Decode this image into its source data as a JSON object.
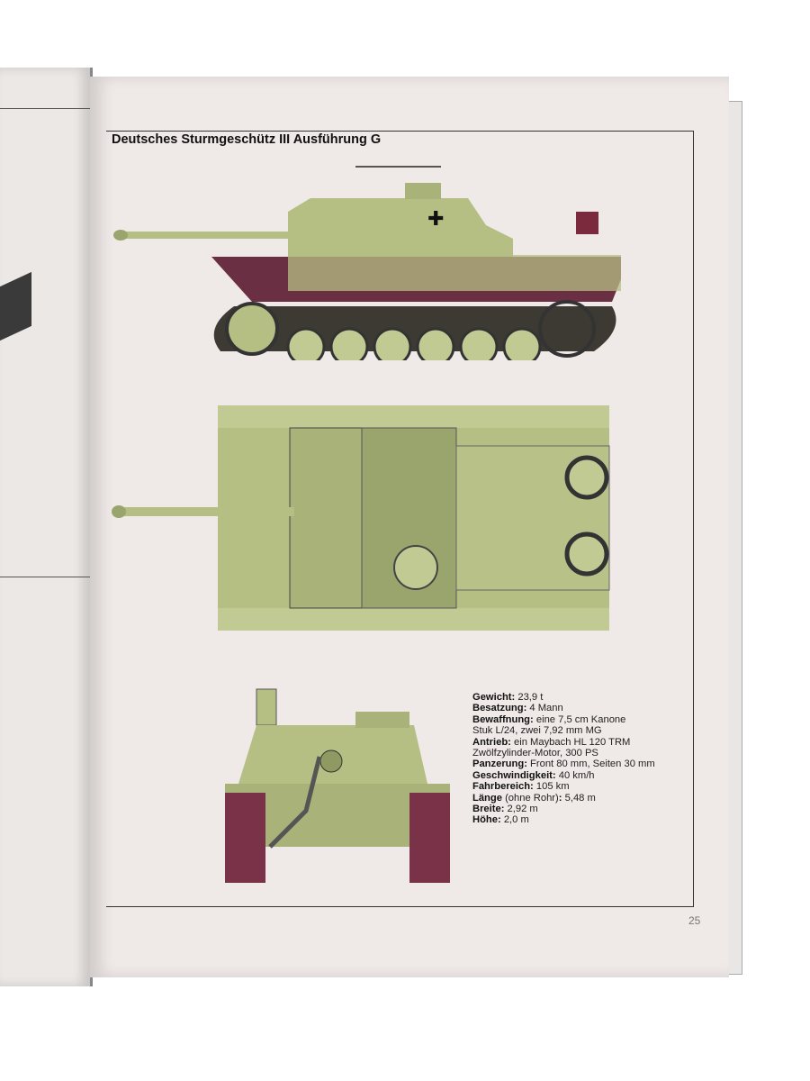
{
  "page": {
    "title": "Deutsches Sturmgeschütz III Ausführung G",
    "page_number": "25"
  },
  "specs": [
    {
      "label": "Gewicht:",
      "value": "23,9 t"
    },
    {
      "label": "Besatzung:",
      "value": "4 Mann"
    },
    {
      "label": "Bewaffnung:",
      "value": "eine 7,5 cm Kanone"
    },
    {
      "label": "",
      "value": "Stuk L/24, zwei 7,92 mm MG"
    },
    {
      "label": "Antrieb:",
      "value": "ein Maybach HL 120 TRM"
    },
    {
      "label": "",
      "value": "Zwölfzylinder-Motor, 300 PS"
    },
    {
      "label": "Panzerung:",
      "value": "Front 80 mm, Seiten 30 mm"
    },
    {
      "label": "Geschwindigkeit:",
      "value": "40 km/h"
    },
    {
      "label": "Fahrbereich:",
      "value": "105 km"
    },
    {
      "label": "Länge",
      "label_note": "(ohne Rohr)",
      "label_suffix": ":",
      "value": "5,48 m"
    },
    {
      "label": "Breite:",
      "value": "2,92 m"
    },
    {
      "label": "Höhe:",
      "value": "2,0 m"
    }
  ],
  "colors": {
    "hull": "#b5bf84",
    "hull_dark": "#8e9a62",
    "track": "#6b2f44",
    "page": "#efe9e8"
  }
}
